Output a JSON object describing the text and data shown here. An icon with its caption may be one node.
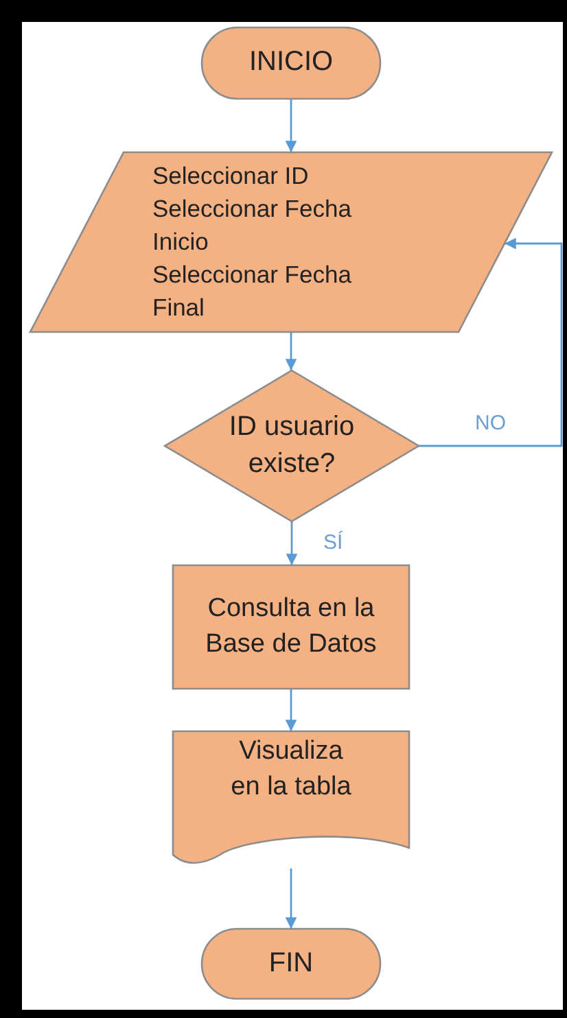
{
  "diagram": {
    "nodes": [
      {
        "text": [
          "INICIO"
        ]
      },
      {
        "text": [
          "Seleccionar ID",
          "Seleccionar Fecha Inicio",
          "Seleccionar Fecha Final"
        ]
      },
      {
        "text": [
          "ID usuario existe?"
        ]
      },
      {
        "text": [
          "Consulta en la Base de Datos"
        ]
      },
      {
        "text": [
          "Visualiza en la tabla"
        ]
      },
      {
        "text": [
          "FIN"
        ]
      }
    ],
    "edges": [
      {
        "from": 0,
        "to": 1,
        "arrow": "to"
      },
      {
        "from": 1,
        "to": 2,
        "arrow": "to"
      },
      {
        "from": 2,
        "to": 1,
        "arrow": "to",
        "label": "NO"
      },
      {
        "from": 2,
        "to": 3,
        "arrow": "to",
        "label": "SÍ"
      },
      {
        "from": 3,
        "to": 4,
        "arrow": "to"
      },
      {
        "from": 4,
        "to": 5,
        "arrow": "to"
      }
    ]
  }
}
